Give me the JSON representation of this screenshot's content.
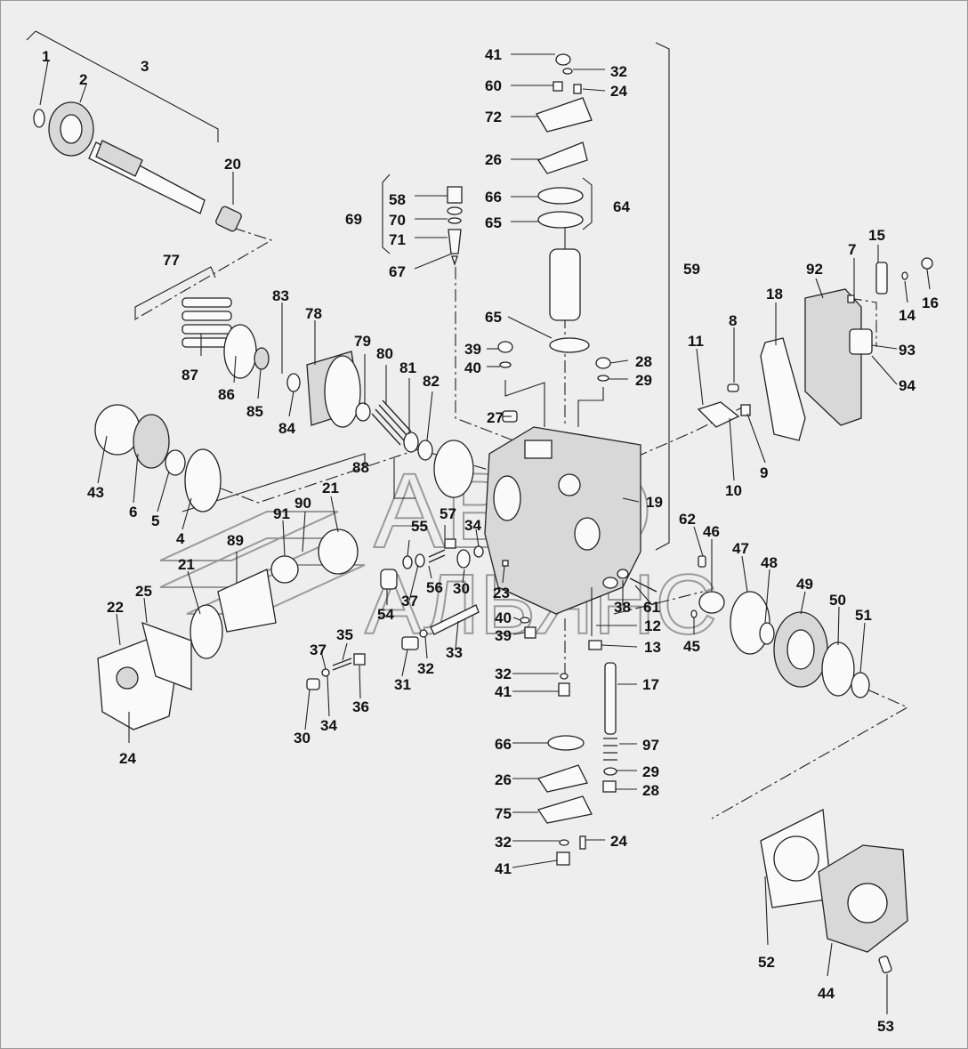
{
  "watermark": {
    "line1": "АВТО",
    "line2": "АЛЬЯНС"
  },
  "callouts": [
    {
      "id": "c1",
      "text": "1"
    },
    {
      "id": "c2",
      "text": "2"
    },
    {
      "id": "c3",
      "text": "3"
    },
    {
      "id": "c20",
      "text": "20"
    },
    {
      "id": "c77",
      "text": "77"
    },
    {
      "id": "c87",
      "text": "87"
    },
    {
      "id": "c86",
      "text": "86"
    },
    {
      "id": "c85",
      "text": "85"
    },
    {
      "id": "c83",
      "text": "83"
    },
    {
      "id": "c84",
      "text": "84"
    },
    {
      "id": "c78",
      "text": "78"
    },
    {
      "id": "c79",
      "text": "79"
    },
    {
      "id": "c80",
      "text": "80"
    },
    {
      "id": "c81",
      "text": "81"
    },
    {
      "id": "c82",
      "text": "82"
    },
    {
      "id": "c43",
      "text": "43"
    },
    {
      "id": "c6",
      "text": "6"
    },
    {
      "id": "c5",
      "text": "5"
    },
    {
      "id": "c4",
      "text": "4"
    },
    {
      "id": "c88",
      "text": "88"
    },
    {
      "id": "c21a",
      "text": "21"
    },
    {
      "id": "c90",
      "text": "90"
    },
    {
      "id": "c91",
      "text": "91"
    },
    {
      "id": "c89",
      "text": "89"
    },
    {
      "id": "c21b",
      "text": "21"
    },
    {
      "id": "c22",
      "text": "22"
    },
    {
      "id": "c25",
      "text": "25"
    },
    {
      "id": "c24a",
      "text": "24"
    },
    {
      "id": "c35",
      "text": "35"
    },
    {
      "id": "c37a",
      "text": "37"
    },
    {
      "id": "c36",
      "text": "36"
    },
    {
      "id": "c30a",
      "text": "30"
    },
    {
      "id": "c34a",
      "text": "34"
    },
    {
      "id": "c54",
      "text": "54"
    },
    {
      "id": "c37b",
      "text": "37"
    },
    {
      "id": "c55",
      "text": "55"
    },
    {
      "id": "c56",
      "text": "56"
    },
    {
      "id": "c57",
      "text": "57"
    },
    {
      "id": "c34b",
      "text": "34"
    },
    {
      "id": "c30b",
      "text": "30"
    },
    {
      "id": "c23",
      "text": "23"
    },
    {
      "id": "c31",
      "text": "31"
    },
    {
      "id": "c32a",
      "text": "32"
    },
    {
      "id": "c33",
      "text": "33"
    },
    {
      "id": "c69",
      "text": "69"
    },
    {
      "id": "c58",
      "text": "58"
    },
    {
      "id": "c70",
      "text": "70"
    },
    {
      "id": "c71",
      "text": "71"
    },
    {
      "id": "c67",
      "text": "67"
    },
    {
      "id": "c41a",
      "text": "41"
    },
    {
      "id": "c32b",
      "text": "32"
    },
    {
      "id": "c60",
      "text": "60"
    },
    {
      "id": "c24b",
      "text": "24"
    },
    {
      "id": "c72",
      "text": "72"
    },
    {
      "id": "c26a",
      "text": "26"
    },
    {
      "id": "c66a",
      "text": "66"
    },
    {
      "id": "c65a",
      "text": "65"
    },
    {
      "id": "c64",
      "text": "64"
    },
    {
      "id": "c65b",
      "text": "65"
    },
    {
      "id": "c59",
      "text": "59"
    },
    {
      "id": "c39a",
      "text": "39"
    },
    {
      "id": "c40a",
      "text": "40"
    },
    {
      "id": "c28a",
      "text": "28"
    },
    {
      "id": "c29a",
      "text": "29"
    },
    {
      "id": "c27",
      "text": "27"
    },
    {
      "id": "c19",
      "text": "19"
    },
    {
      "id": "c40b",
      "text": "40"
    },
    {
      "id": "c39b",
      "text": "39"
    },
    {
      "id": "c12",
      "text": "12"
    },
    {
      "id": "c13",
      "text": "13"
    },
    {
      "id": "c38",
      "text": "38"
    },
    {
      "id": "c61",
      "text": "61"
    },
    {
      "id": "c32c",
      "text": "32"
    },
    {
      "id": "c41b",
      "text": "41"
    },
    {
      "id": "c17",
      "text": "17"
    },
    {
      "id": "c66b",
      "text": "66"
    },
    {
      "id": "c97",
      "text": "97"
    },
    {
      "id": "c29b",
      "text": "29"
    },
    {
      "id": "c26b",
      "text": "26"
    },
    {
      "id": "c28b",
      "text": "28"
    },
    {
      "id": "c75",
      "text": "75"
    },
    {
      "id": "c32d",
      "text": "32"
    },
    {
      "id": "c24c",
      "text": "24"
    },
    {
      "id": "c41c",
      "text": "41"
    },
    {
      "id": "c11",
      "text": "11"
    },
    {
      "id": "c8",
      "text": "8"
    },
    {
      "id": "c10",
      "text": "10"
    },
    {
      "id": "c9",
      "text": "9"
    },
    {
      "id": "c18",
      "text": "18"
    },
    {
      "id": "c92",
      "text": "92"
    },
    {
      "id": "c7",
      "text": "7"
    },
    {
      "id": "c15",
      "text": "15"
    },
    {
      "id": "c14",
      "text": "14"
    },
    {
      "id": "c16",
      "text": "16"
    },
    {
      "id": "c93",
      "text": "93"
    },
    {
      "id": "c94",
      "text": "94"
    },
    {
      "id": "c62",
      "text": "62"
    },
    {
      "id": "c46",
      "text": "46"
    },
    {
      "id": "c47",
      "text": "47"
    },
    {
      "id": "c48",
      "text": "48"
    },
    {
      "id": "c49",
      "text": "49"
    },
    {
      "id": "c50",
      "text": "50"
    },
    {
      "id": "c51",
      "text": "51"
    },
    {
      "id": "c45",
      "text": "45"
    },
    {
      "id": "c52",
      "text": "52"
    },
    {
      "id": "c44",
      "text": "44"
    },
    {
      "id": "c53",
      "text": "53"
    }
  ]
}
